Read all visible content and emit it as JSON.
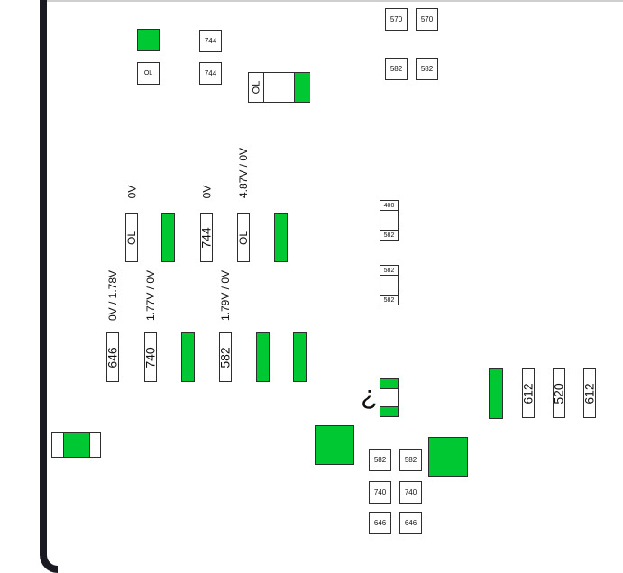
{
  "colors": {
    "fill": "#00c832",
    "stroke": "#2e2e2e",
    "edge": "#1a1a22"
  },
  "labels": {
    "ol": "OL",
    "v_0": "0V",
    "v_487": "4.87V / 0V",
    "v_178": "0V / 1.78V",
    "v_177": "1.77V / 0V",
    "v_179": "1.79V / 0V",
    "n744": "744",
    "n570": "570",
    "n582": "582",
    "n400": "400",
    "n646": "646",
    "n740": "740",
    "n612": "612",
    "n520": "520",
    "question": "?"
  }
}
